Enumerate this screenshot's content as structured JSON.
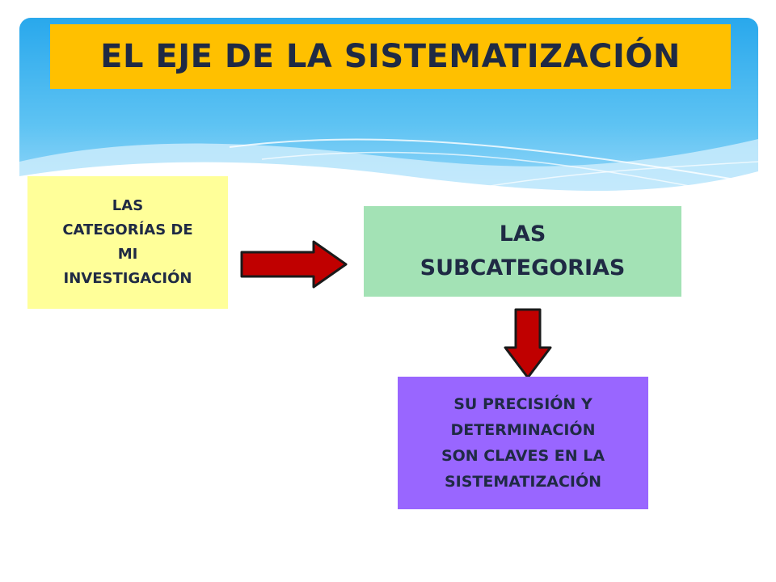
{
  "title": "EL EJE DE LA SISTEMATIZACIÓN",
  "nodes": {
    "categorias": [
      "LAS",
      "CATEGORÍAS DE",
      "MI",
      "INVESTIGACIÓN"
    ],
    "subcategorias": [
      "LAS",
      "SUBCATEGORIAS"
    ],
    "precision": [
      "SU PRECISIÓN Y",
      "DETERMINACIÓN",
      "SON CLAVES EN LA",
      "SISTEMATIZACIÓN"
    ]
  },
  "colors": {
    "title_bg": "#ffc000",
    "categorias_bg": "#ffff99",
    "subcategorias_bg": "#a3e2b5",
    "precision_bg": "#9966ff",
    "arrow_fill": "#c00000",
    "text": "#1f2a44",
    "header_sky": "#3fb6ee"
  },
  "edges": [
    {
      "from": "categorias",
      "to": "subcategorias",
      "direction": "right"
    },
    {
      "from": "subcategorias",
      "to": "precision",
      "direction": "down"
    }
  ]
}
